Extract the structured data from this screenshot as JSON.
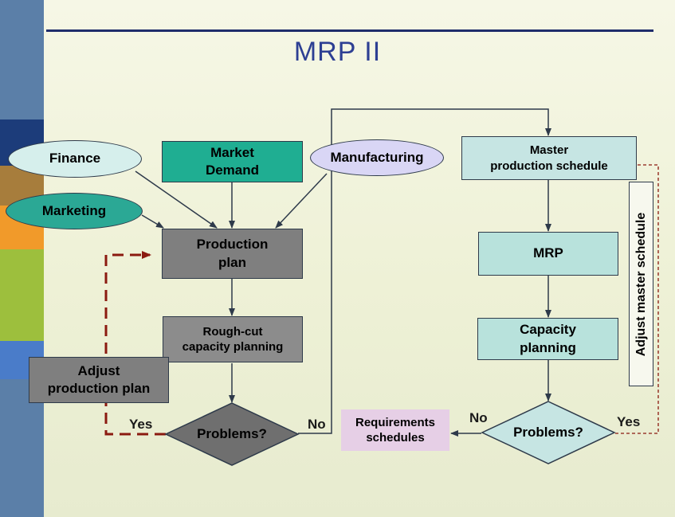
{
  "title": "MRP II",
  "nodes": {
    "finance": "Finance",
    "marketing": "Marketing",
    "market_demand": "Market\nDemand",
    "manufacturing": "Manufacturing",
    "production_plan": "Production\nplan",
    "rough_cut": "Rough-cut\ncapacity planning",
    "adjust_production_plan": "Adjust\nproduction plan",
    "problems_left": "Problems?",
    "master_production_schedule": "Master\nproduction schedule",
    "mrp": "MRP",
    "capacity_planning": "Capacity\nplanning",
    "problems_right": "Problems?",
    "requirements_schedules": "Requirements\nschedules",
    "adjust_master_schedule": "Adjust master schedule"
  },
  "edge_labels": {
    "yes_left": "Yes",
    "no_left": "No",
    "no_right": "No",
    "yes_right": "Yes"
  },
  "colors": {
    "finance_fill": "#d6efec",
    "marketing_fill": "#2ba895",
    "market_demand_fill": "#1fae92",
    "manufacturing_fill": "#d9d6f5",
    "production_plan_fill": "#7f7f7f",
    "rough_cut_fill": "#8c8c8c",
    "adjust_production_fill": "#7f7f7f",
    "problems_left_fill": "#6f6f6f",
    "master_schedule_fill": "#c6e5e3",
    "mrp_fill": "#b8e2dc",
    "capacity_fill": "#b8e2dc",
    "problems_right_fill": "#c6e5e3",
    "requirements_fill": "#e6cfe6",
    "yes_loop_red": "#8b1a10",
    "title_blue": "#2d3f93"
  }
}
